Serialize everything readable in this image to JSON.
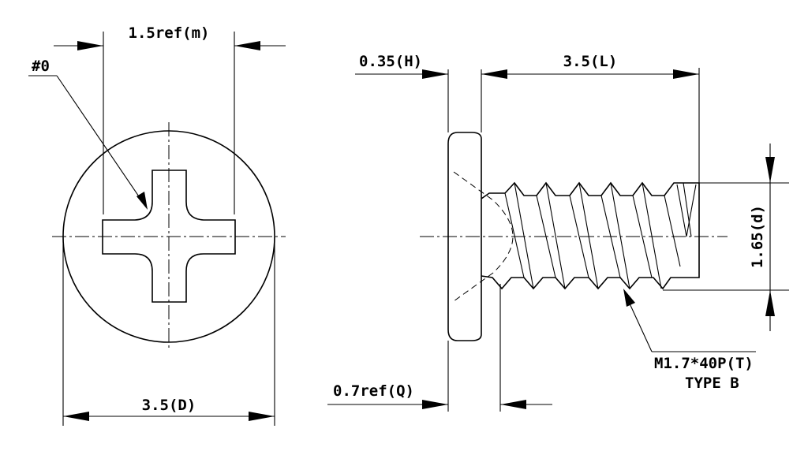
{
  "labels": {
    "head_width": "1.5ref(m)",
    "drive_size": "#0",
    "head_diameter": "3.5(D)",
    "head_height": "0.35(H)",
    "length": "3.5(L)",
    "thread_diameter": "1.65(d)",
    "thread_spec_line1": "M1.7*40P(T)",
    "thread_spec_line2": "TYPE B",
    "recess_depth": "0.7ref(Q)"
  }
}
